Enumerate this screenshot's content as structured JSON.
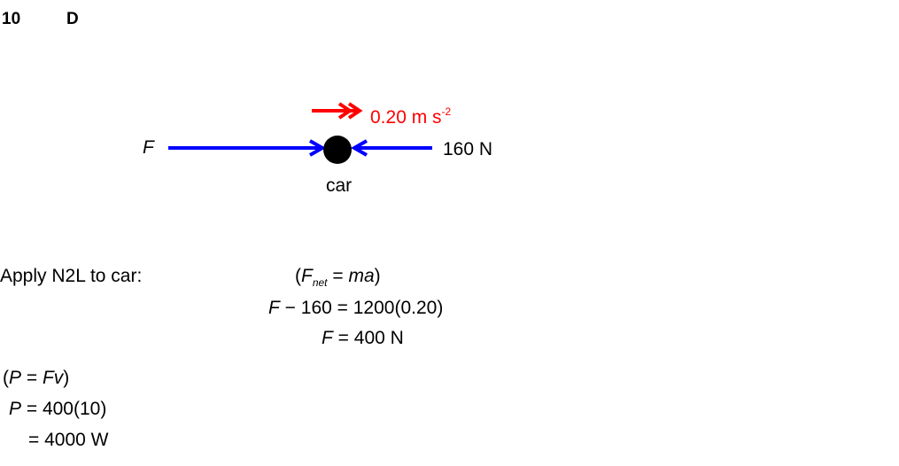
{
  "header": {
    "number": "10",
    "answer": "D"
  },
  "diagram": {
    "force_label": "F",
    "resistance_label": "160 N",
    "acceleration_value": "0.20 m s",
    "acceleration_exp": "-2",
    "object_label": "car",
    "colors": {
      "force": "#0000ff",
      "acceleration": "#ff0000",
      "object": "#000000"
    }
  },
  "working": {
    "intro": "Apply N2L to car:",
    "n2l": {
      "open": "(",
      "F": "F",
      "sub": "net",
      "rest": " = ",
      "ma": "ma",
      "close": ")"
    },
    "line2": {
      "F": "F",
      "rest": " − 160 = 1200(0.20)"
    },
    "line3": {
      "F": "F",
      "rest": " = 400 N"
    },
    "power": {
      "open": "(",
      "P": "P",
      "eq": " = ",
      "Fv": "Fv",
      "close": ")"
    },
    "line5": {
      "P": "P",
      "rest": " = 400(10)"
    },
    "line6": "= 4000 W"
  }
}
